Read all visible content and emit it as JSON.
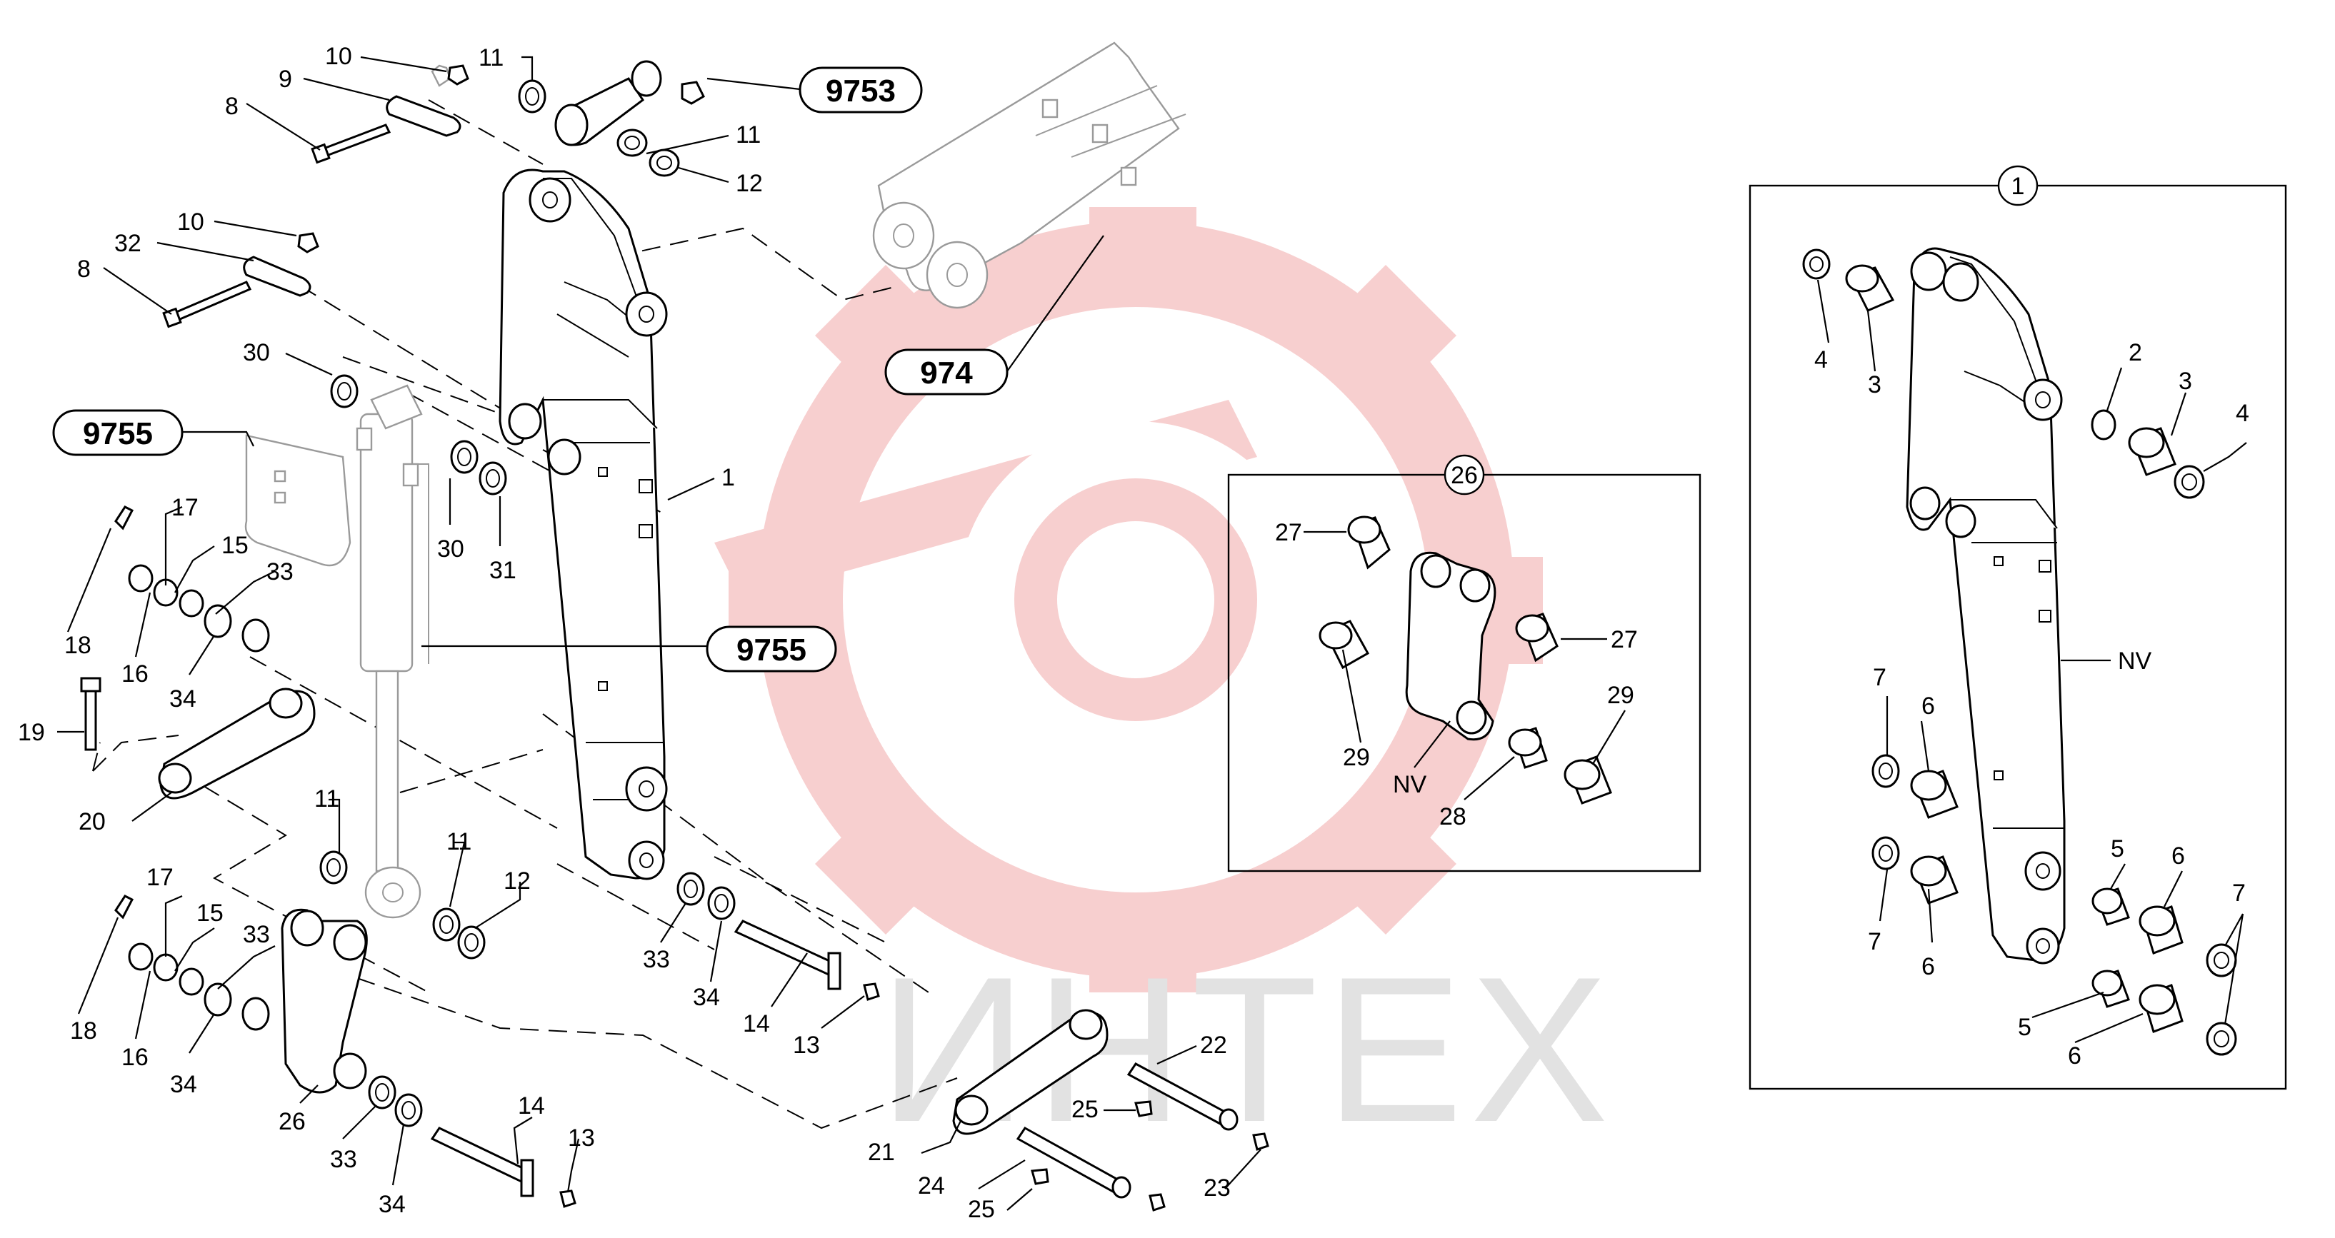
{
  "watermark": {
    "text": "ИНТЕХ",
    "gear_color": "#f6c9c9",
    "text_color": "#e1e1e1"
  },
  "ref_labels": {
    "r9753": "9753",
    "r974": "974",
    "r9755_top": "9755",
    "r9755_mid": "9755"
  },
  "callouts": {
    "c10a": "10",
    "c11a": "11",
    "c9": "9",
    "c8a": "8",
    "c11b": "11",
    "c12a": "12",
    "c10b": "10",
    "c32": "32",
    "c8b": "8",
    "c30a": "30",
    "c30b": "30",
    "c31": "31",
    "c1": "1",
    "c17a": "17",
    "c15a": "15",
    "c33a": "33",
    "c18a": "18",
    "c16a": "16",
    "c34a": "34",
    "c19": "19",
    "c20": "20",
    "c11c": "11",
    "c11d": "11",
    "c12b": "12",
    "c33b": "33",
    "c34b": "34",
    "c14a": "14",
    "c13a": "13",
    "c17b": "17",
    "c15b": "15",
    "c33c": "33",
    "c18b": "18",
    "c16b": "16",
    "c34c": "34",
    "c26": "26",
    "c33d": "33",
    "c34d": "34",
    "c14b": "14",
    "c13b": "13",
    "c22": "22",
    "c25a": "25",
    "c21": "21",
    "c24": "24",
    "c25b": "25",
    "c23": "23"
  },
  "detail_26": {
    "title": "26",
    "labels": {
      "a27": "27",
      "b27": "27",
      "a29": "29",
      "b29": "29",
      "nv": "NV",
      "c28": "28"
    }
  },
  "detail_1": {
    "title": "1",
    "labels": {
      "a4": "4",
      "a3": "3",
      "a2": "2",
      "b3": "3",
      "b4": "4",
      "nv": "NV",
      "a7": "7",
      "a6": "6",
      "b7": "7",
      "b6": "6",
      "a5": "5",
      "c6": "6",
      "c7": "7",
      "b5": "5",
      "d6": "6"
    }
  }
}
